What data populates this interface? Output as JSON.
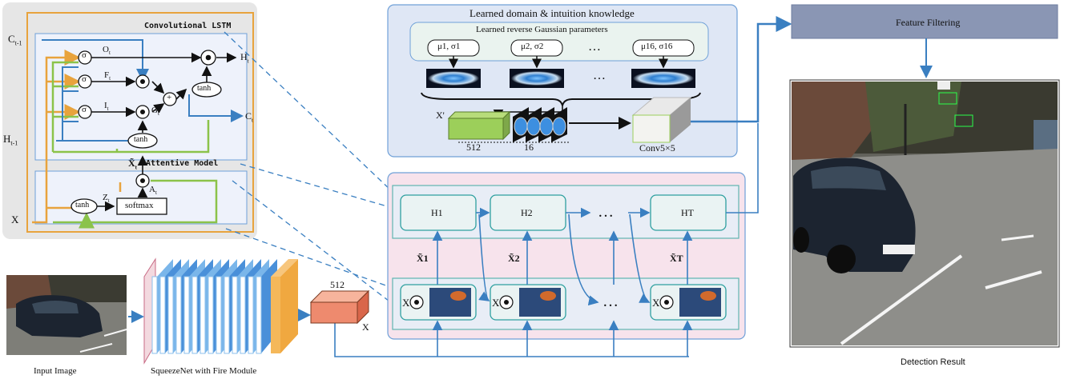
{
  "lstm": {
    "title": "Convolutional LSTM",
    "attentive_title": "Attentive Model",
    "c_prev": "C",
    "c_prev_sub": "t-1",
    "h_prev": "H",
    "h_prev_sub": "t-1",
    "x_in": "X",
    "o_gate": "O",
    "f_gate": "F",
    "i_gate": "I",
    "g_gate": "G",
    "t_sub": "t",
    "sigma": "σ",
    "tanh": "tanh",
    "softmax": "softmax",
    "plus": "+",
    "h_out": "H",
    "c_out": "C",
    "x_tilde": "X̃",
    "z": "Z",
    "a": "A"
  },
  "domain": {
    "title": "Learned domain & intuition knowledge",
    "gaussian_title": "Learned reverse Gaussian parameters",
    "param1": "μ1, σ1",
    "param2": "μ2, σ2",
    "param16": "μ16, σ16",
    "ellipsis": "…",
    "x_prime": "X'",
    "dim512": "512",
    "dim16": "16",
    "conv": "Conv5×5"
  },
  "seq": {
    "h1": "H1",
    "h2": "H2",
    "hT": "HT",
    "x1": "X̃1",
    "x2": "X̃2",
    "xT": "X̃T",
    "x_label": "X",
    "dots": "…"
  },
  "pipeline": {
    "input_caption": "Input Image",
    "squeeze_caption": "SqueezeNet with Fire Module",
    "feat_dim": "512",
    "feat_x": "X",
    "filter_label": "Feature Filtering",
    "detect_caption": "Detection Result"
  },
  "colors": {
    "orange": "#e8a33d",
    "green": "#8bc34a",
    "blue": "#3a7fc1",
    "panel_gray": "#e6e6e6",
    "lstm_bg": "#eef2fb",
    "seq_bg": "#f7e3ec",
    "filter_box": "#8a96b4"
  }
}
